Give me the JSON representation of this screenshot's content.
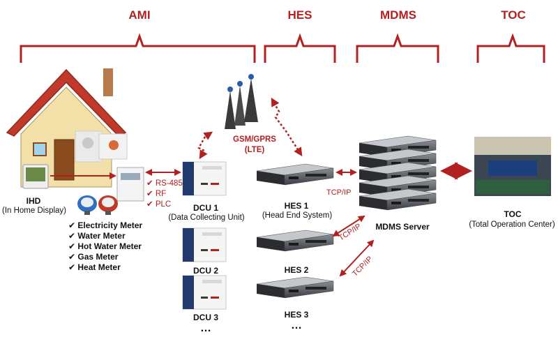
{
  "headers": {
    "ami": "AMI",
    "hes": "HES",
    "mdms": "MDMS",
    "toc": "TOC"
  },
  "ihd": {
    "title": "IHD",
    "subtitle": "(In Home Display)"
  },
  "meters": [
    "Electricity Meter",
    "Water Meter",
    "Hot Water Meter",
    "Gas Meter",
    "Heat Meter"
  ],
  "protocols": [
    "RS-485",
    "RF",
    "PLC"
  ],
  "dcu": {
    "dcu1_title": "DCU 1",
    "dcu1_sub": "(Data Collecting Unit)",
    "dcu2": "DCU 2",
    "dcu3": "DCU 3",
    "ellipsis": "…"
  },
  "gsm": {
    "line1": "GSM/GPRS",
    "line2": "(LTE)"
  },
  "hes": {
    "hes1_title": "HES 1",
    "hes1_sub": "(Head End System)",
    "hes2": "HES 2",
    "hes3": "HES 3",
    "ellipsis": "…"
  },
  "links": {
    "tcp1": "TCP/IP",
    "tcp2": "TCP/IP",
    "tcp3": "TCP/IP"
  },
  "mdms": {
    "label": "MDMS Server"
  },
  "toc": {
    "title": "TOC",
    "subtitle": "(Total Operation Center)"
  },
  "colors": {
    "accent": "#b32020",
    "server": "#3a3d42",
    "dcu_panel": "#1f3a6b"
  }
}
